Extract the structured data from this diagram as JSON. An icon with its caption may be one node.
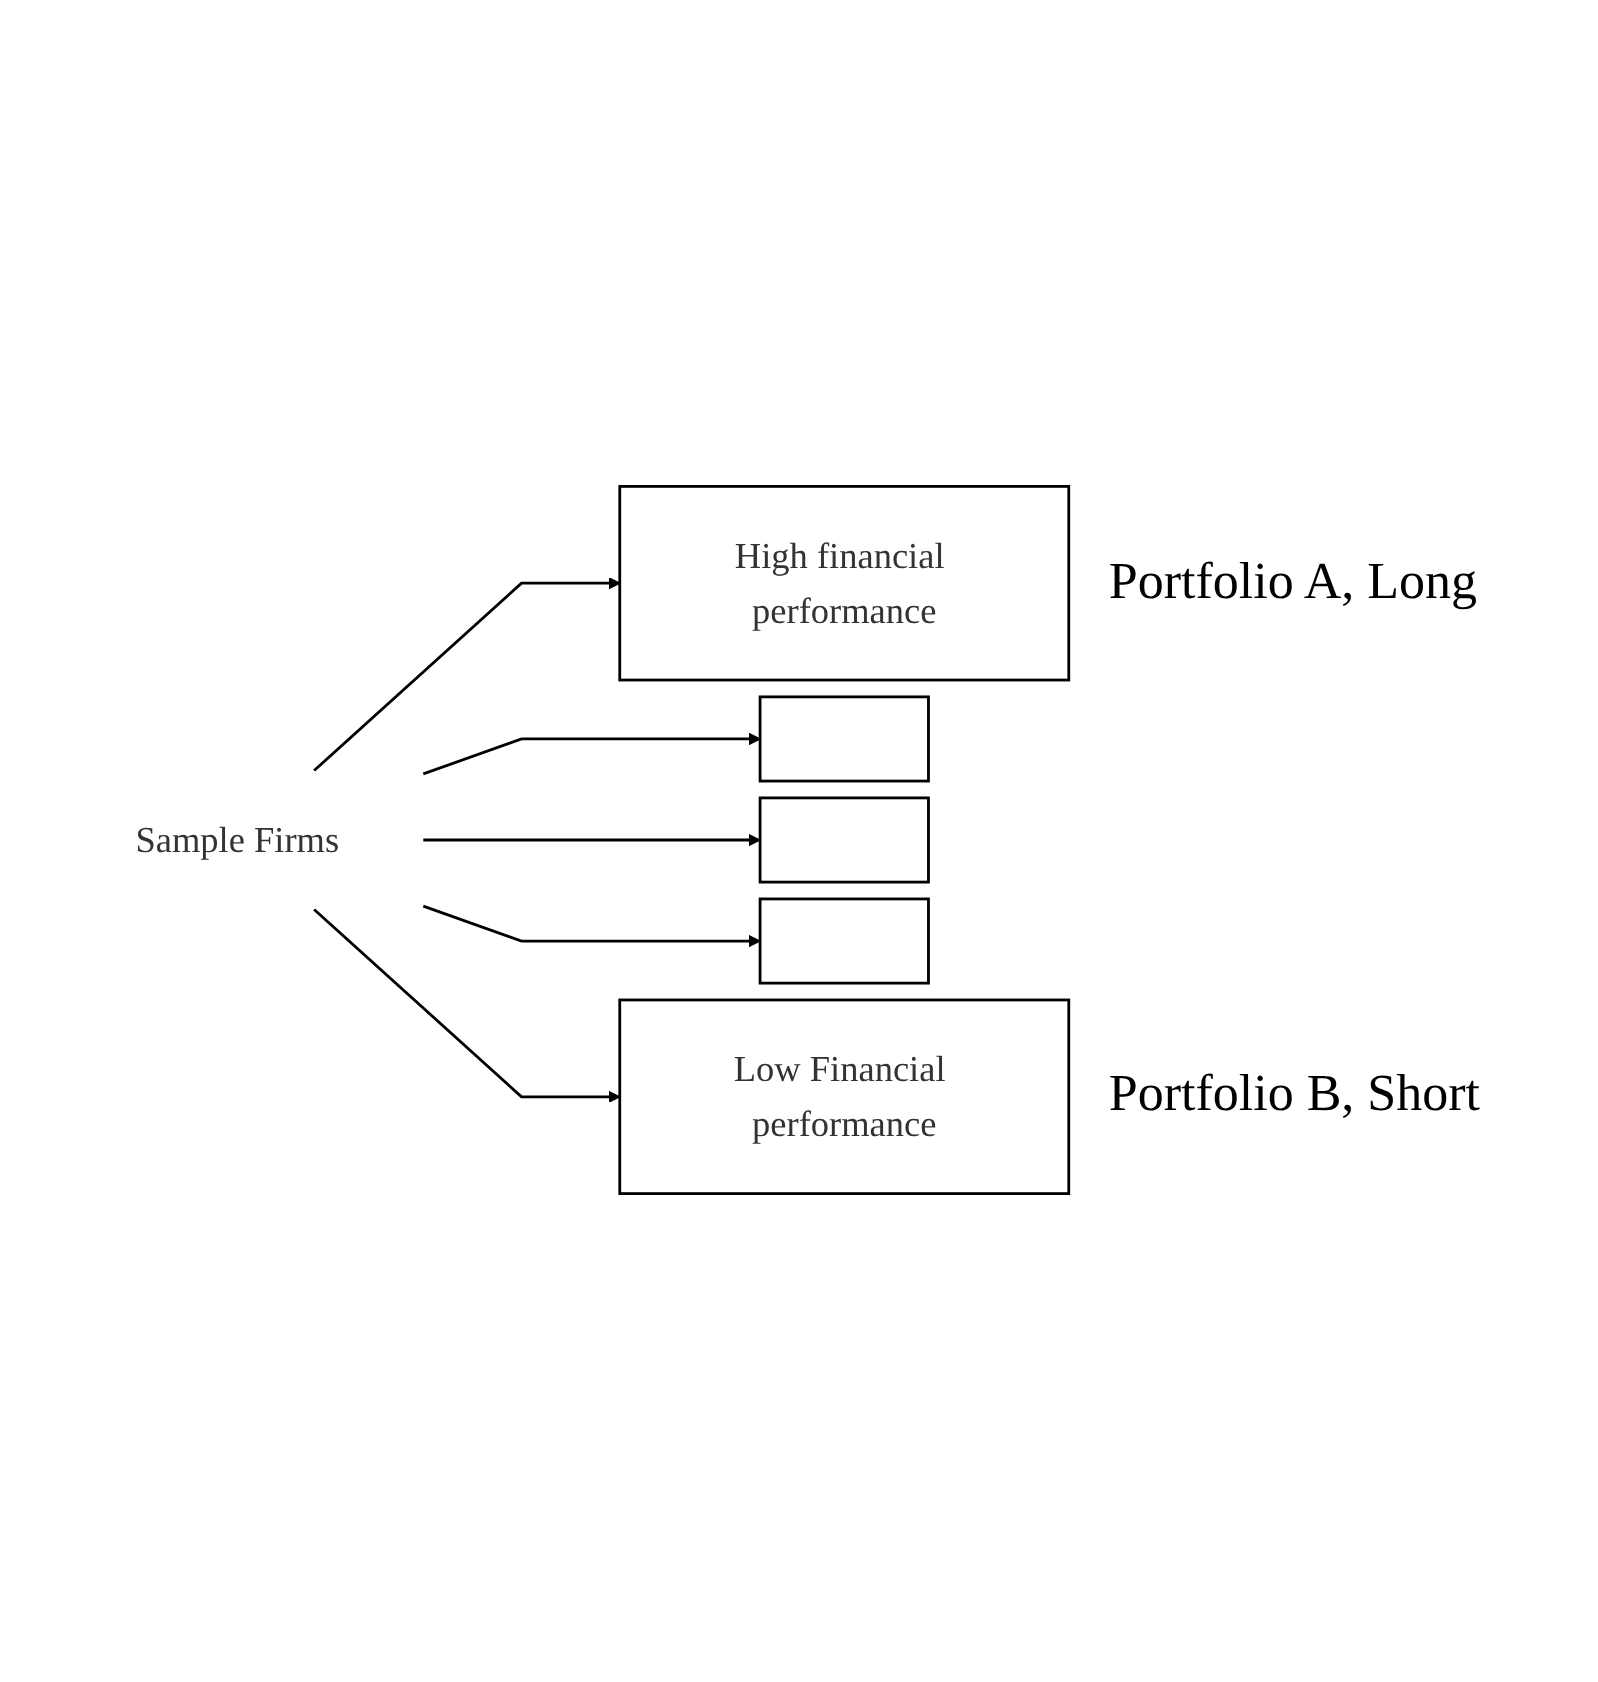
{
  "diagram": {
    "nodes": [
      {
        "text": [
          "Sample Firms"
        ]
      },
      {
        "text": [
          "High financial performance"
        ],
        "beside": [
          "Portfolio A, Long"
        ]
      },
      {
        "text": [],
        "shape": "box"
      },
      {
        "text": [],
        "shape": "box"
      },
      {
        "text": [],
        "shape": "box"
      },
      {
        "text": [
          "Low Financial performance"
        ],
        "beside": [
          "Portfolio B, Short"
        ]
      }
    ],
    "edges": [
      {
        "from": 0,
        "to": 1,
        "arrow": "to"
      },
      {
        "from": 0,
        "to": 2,
        "arrow": "to"
      },
      {
        "from": 0,
        "to": 3,
        "arrow": "to"
      },
      {
        "from": 0,
        "to": 4,
        "arrow": "to"
      },
      {
        "from": 0,
        "to": 5,
        "arrow": "to"
      }
    ]
  }
}
